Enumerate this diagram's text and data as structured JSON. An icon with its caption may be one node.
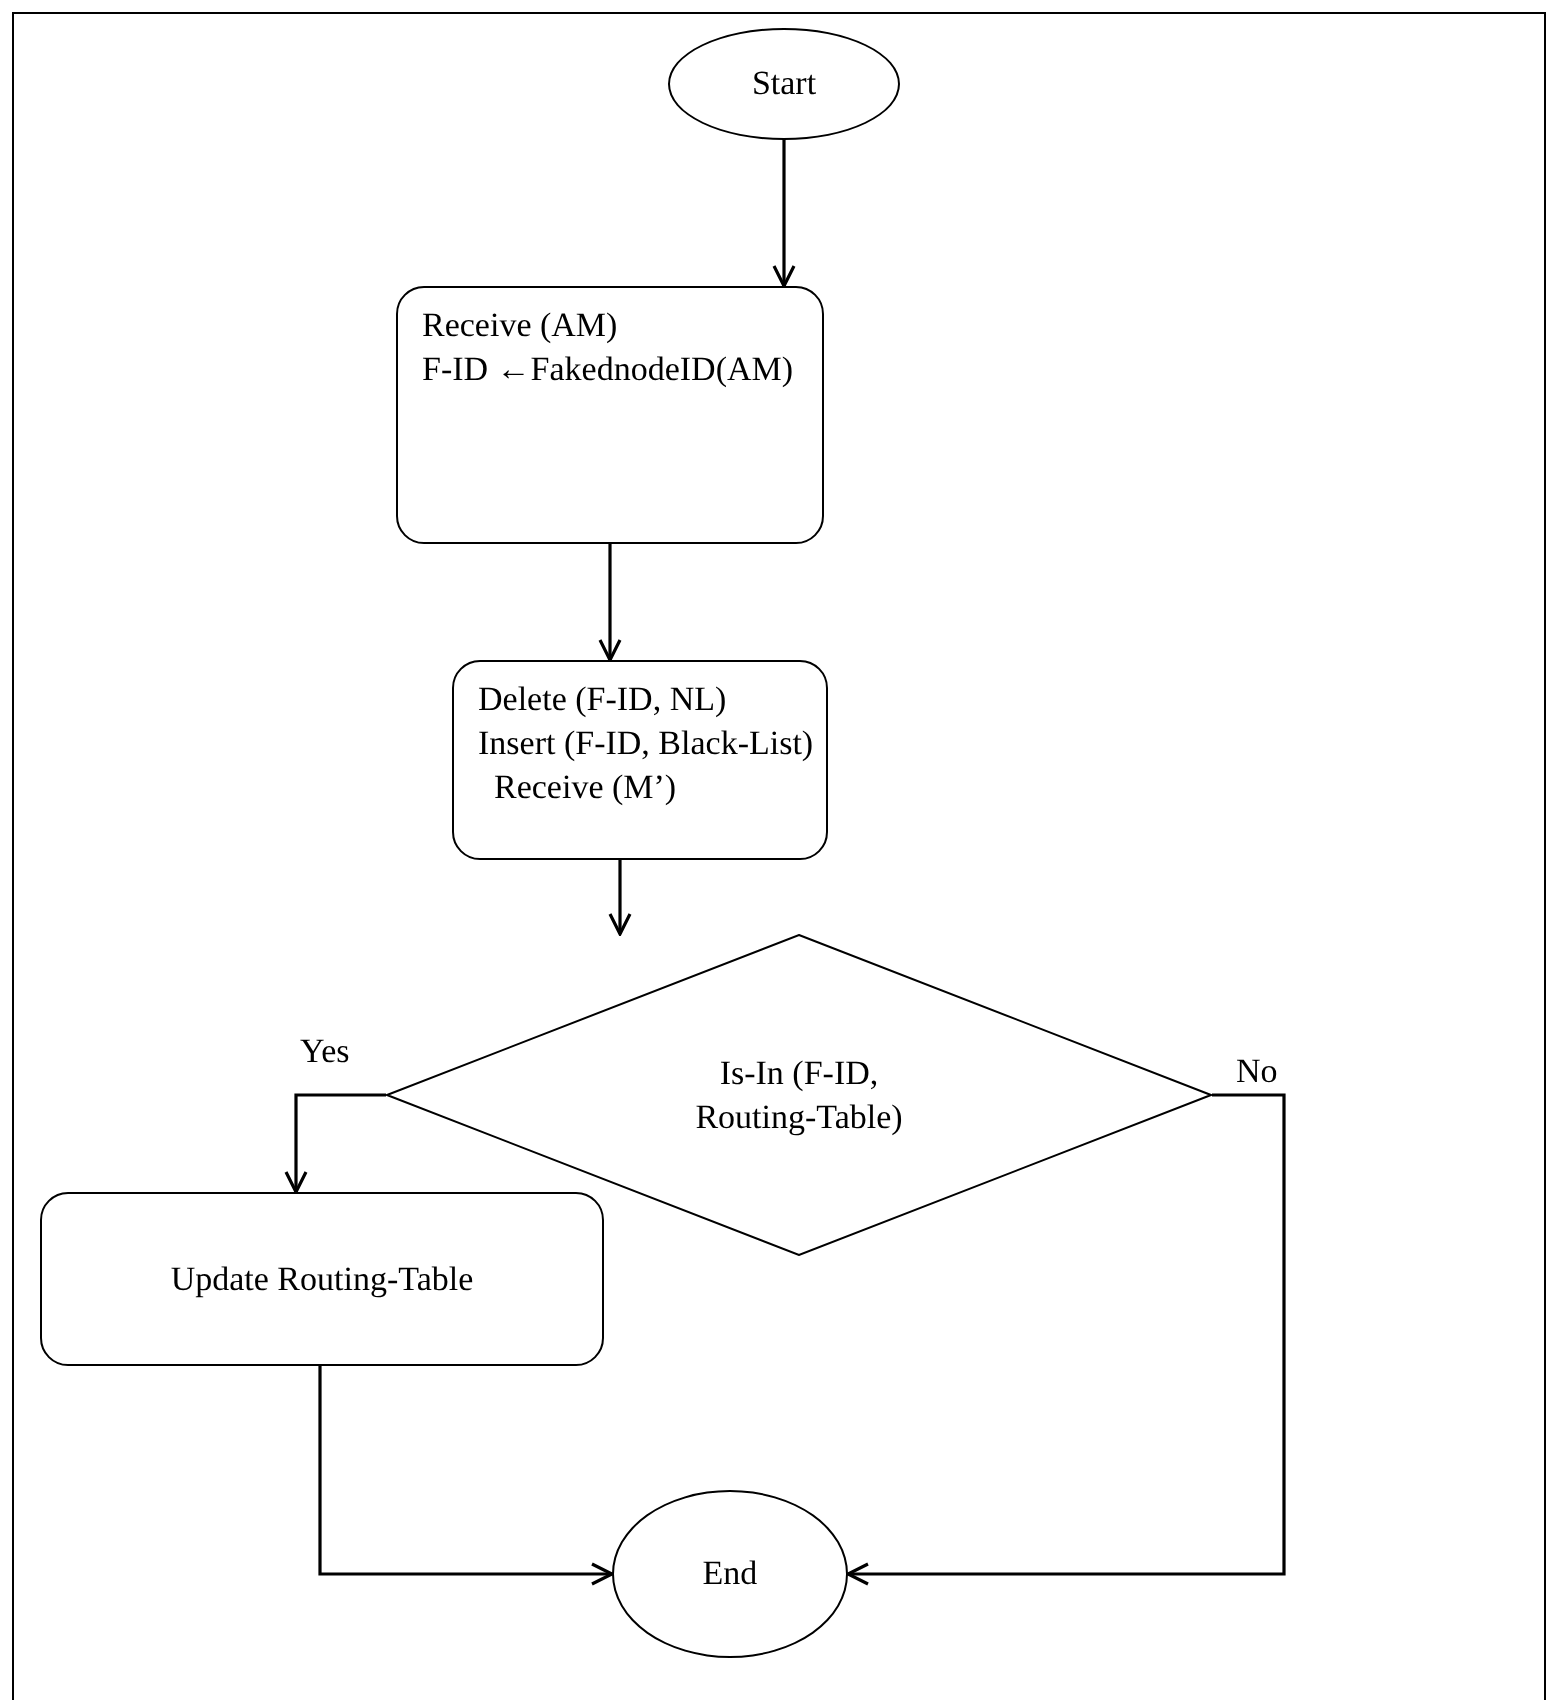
{
  "diagram": {
    "nodes": [
      {
        "text": [
          "Start"
        ]
      },
      {
        "text": [
          "Receive (AM)",
          "F-ID ←FakednodeID(AM)"
        ]
      },
      {
        "text": [
          "Delete (F-ID, NL)",
          "Insert (F-ID, Black-List)",
          "Receive (M’)"
        ]
      },
      {
        "text": [
          "Is-In (F-ID, Routing-Table)"
        ]
      },
      {
        "text": [
          "Update Routing-Table"
        ]
      },
      {
        "text": [
          "End"
        ]
      }
    ],
    "edges": [
      {
        "from": 0,
        "to": 1,
        "arrow": "to"
      },
      {
        "from": 1,
        "to": 2,
        "arrow": "to"
      },
      {
        "from": 2,
        "to": 3,
        "arrow": "to"
      },
      {
        "from": 3,
        "to": 4,
        "arrow": "to",
        "label": "Yes"
      },
      {
        "from": 3,
        "to": 5,
        "arrow": "to",
        "label": "No"
      },
      {
        "from": 4,
        "to": 5,
        "arrow": "to"
      }
    ]
  }
}
